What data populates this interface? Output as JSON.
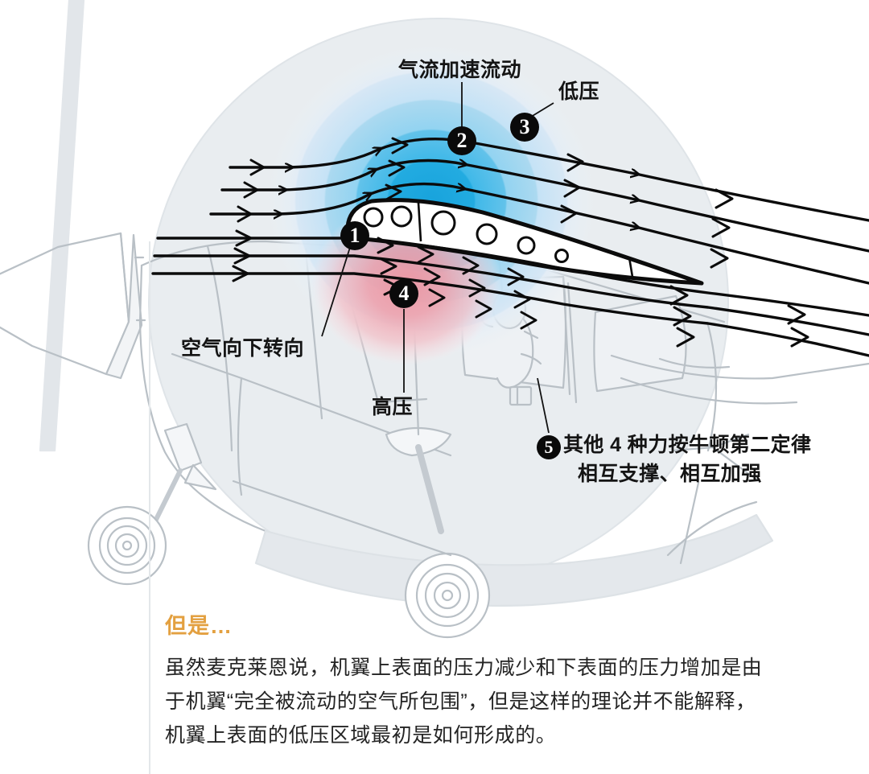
{
  "diagram": {
    "title_implicit": "机翼升力原理示意图",
    "markers": [
      {
        "id": "1",
        "number": "1",
        "label": "空气向下转向"
      },
      {
        "id": "2",
        "number": "2",
        "label": "气流加速流动"
      },
      {
        "id": "3",
        "number": "3",
        "label": "低压"
      },
      {
        "id": "4",
        "number": "4",
        "label": "高压"
      },
      {
        "id": "5",
        "number": "5",
        "label_line1": "其他 4 种力按牛顿第二定律",
        "label_line2": "相互支撑、相互加强"
      }
    ],
    "labels": {
      "airflow_accelerates": "气流加速流动",
      "low_pressure": "低压",
      "air_turns_downward": "空气向下转向",
      "high_pressure": "高压"
    },
    "colors": {
      "low_pressure_outer": "#d6e7f5",
      "low_pressure_mid": "#a8d8f0",
      "low_pressure_inner": "#5bc0ea",
      "low_pressure_core": "#18a8e0",
      "high_pressure_outer": "#f6d7da",
      "high_pressure_core": "#f09aa4",
      "halo_disc": "#e8ecef",
      "aircraft_outline": "#b9c0c6",
      "streamline": "#0b0b0b",
      "badge": "#0a0a0a",
      "accent_orange": "#e3a040"
    },
    "icons": {
      "arrow": "arrow-right-icon",
      "badge": "number-badge-icon"
    }
  },
  "footer": {
    "heading": "但是…",
    "lines": [
      "虽然麦克莱恩说，机翼上表面的压力减少和下表面的压力增加是由",
      "于机翼“完全被流动的空气所包围”，但是这样的理论并不能解释，",
      "机翼上表面的低压区域最初是如何形成的。"
    ]
  }
}
